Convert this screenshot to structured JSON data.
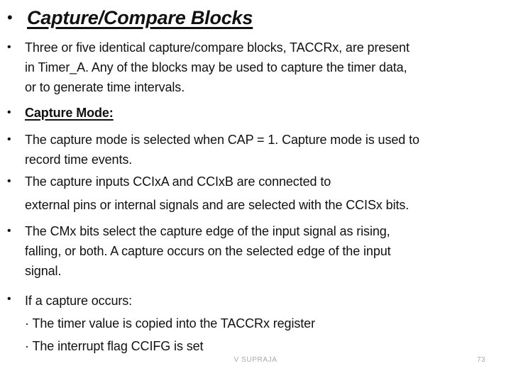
{
  "slide_title": {
    "bullet": "•",
    "text": "Capture/Compare Blocks"
  },
  "bullets": [
    {
      "bullet": "•",
      "lines": [
        "Three or five identical capture/compare blocks, TACCRx, are present",
        "in Timer_A. Any of the blocks may be used to capture the timer data,",
        "or to generate time intervals."
      ]
    },
    {
      "bullet": "•",
      "lines": [
        "Capture Mode:"
      ]
    },
    {
      "bullet": "•",
      "lines": [
        "The capture mode is selected when CAP = 1. Capture mode is used to",
        "record time events."
      ]
    },
    {
      "bullet": "•",
      "lines": [
        "The capture inputs CCIxA and CCIxB are connected to",
        "external pins or internal signals and are selected with the CCISx bits."
      ]
    },
    {
      "bullet": "•",
      "lines": [
        "The CMx bits select the capture edge of the input signal as rising,",
        "falling, or both. A capture occurs on the selected edge of the input",
        "signal."
      ]
    },
    {
      "bullet": "•",
      "lines": [
        "If a capture occurs:",
        "· The timer value is copied into the TACCRx register",
        "· The interrupt flag CCIFG is set"
      ]
    }
  ],
  "footer": {
    "author": "V SUPRAJA",
    "page_number": "73"
  },
  "colors": {
    "background": "#ffffff",
    "text": "#111111",
    "footer_text": "#a9a9a9"
  }
}
